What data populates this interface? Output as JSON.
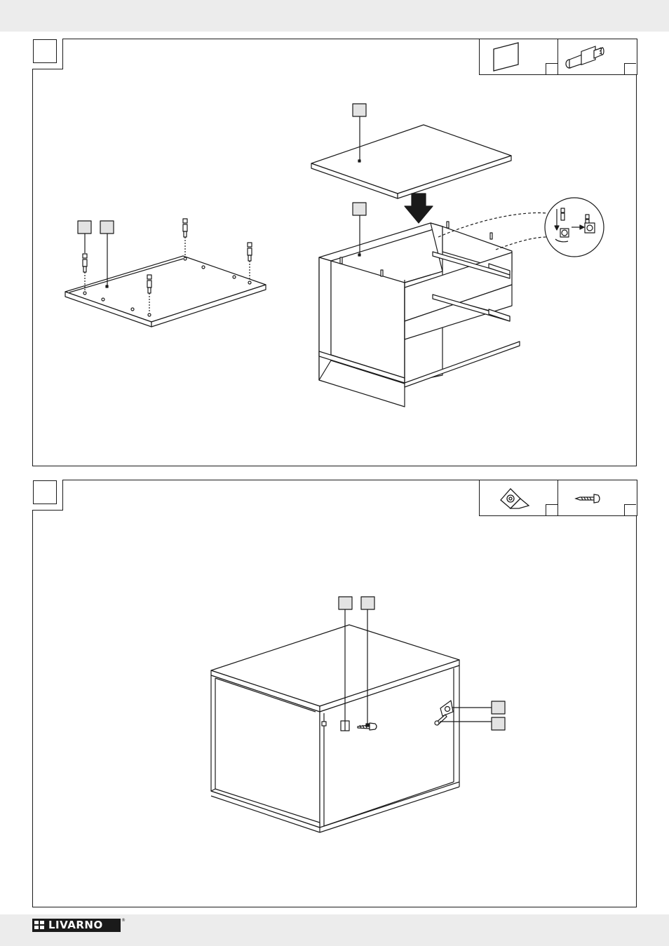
{
  "brand": {
    "name": "LIVARNO",
    "registered_mark": "®"
  },
  "steps": [
    {
      "id": "step-1",
      "number": "",
      "parts": [
        {
          "icon": "panel-part-icon",
          "quantity": ""
        },
        {
          "icon": "cam-dowel-icon",
          "quantity": ""
        }
      ]
    },
    {
      "id": "step-2",
      "number": "",
      "parts": [
        {
          "icon": "corner-bracket-icon",
          "quantity": ""
        },
        {
          "icon": "wood-screw-icon",
          "quantity": ""
        }
      ]
    }
  ]
}
